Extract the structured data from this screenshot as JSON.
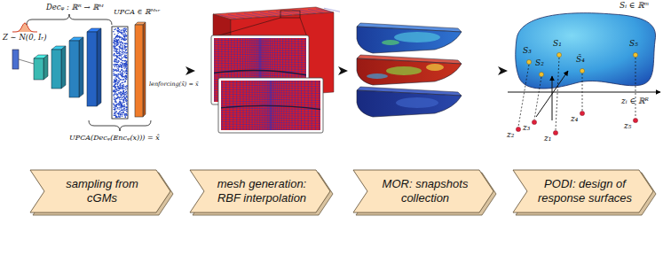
{
  "diagram": {
    "nodes": [
      {
        "text": [
          "sampling from cGMs"
        ]
      },
      {
        "text": [
          "mesh generation: RBF interpolation"
        ]
      },
      {
        "text": [
          "MOR: snapshots collection"
        ]
      },
      {
        "text": [
          "PODI: design of response surfaces"
        ]
      }
    ],
    "labels": [
      "Decᵩ : ℝᴿ → ℝᴹ",
      "UPCA ∈ ℝᴹˣʳ",
      "Z ∼ N(0, Iᵣ)",
      "lenforcing(x̂) = x̃",
      "UPCA(Decᵩ(Encᵩ(x))) = x̂",
      "Sᵢ ∈ ℝᵐ",
      "zᵢ ∈ ℝᴿ",
      "S₃",
      "S₂",
      "S₁",
      "S̃₄",
      "S₅",
      "z₂",
      "z₃",
      "z₁",
      "z₄",
      "z₅"
    ]
  }
}
